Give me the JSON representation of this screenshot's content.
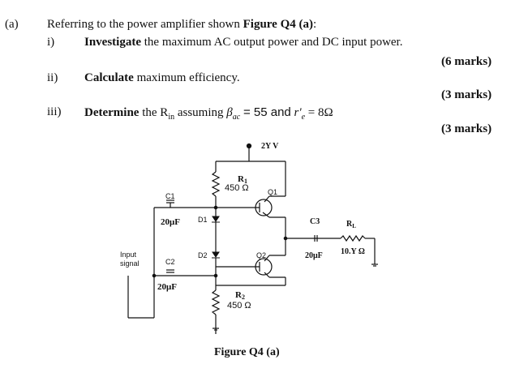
{
  "question": {
    "part_label": "(a)",
    "intro": "Referring to the power amplifier shown",
    "intro_ref": "Figure Q4 (a)",
    "intro_end": ":",
    "items": [
      {
        "num": "i)",
        "bold": "Investigate",
        "rest": "the maximum AC output power and DC input power.",
        "marks": "(6 marks)"
      },
      {
        "num": "ii)",
        "bold": "Calculate",
        "rest": "maximum efficiency.",
        "marks": "(3 marks)"
      },
      {
        "num": "iii)",
        "bold": "Determine",
        "rest_a": "the R",
        "rest_sub": "in",
        "rest_b": "assuming",
        "beta": "β",
        "beta_sub": "ac",
        "eq1": "= 55 and",
        "re": "r'",
        "re_sub": "e",
        "eq2": "= 8Ω",
        "marks": "(3 marks)"
      }
    ]
  },
  "circuit": {
    "supply": "2Y V",
    "r1_label": "R",
    "r1_sub": "1",
    "r1_value": "450 Ω",
    "r2_label": "R",
    "r2_sub": "2",
    "r2_value": "450 Ω",
    "q1": "Q1",
    "q2": "Q2",
    "c1": "C1",
    "c2": "C2",
    "c1_value": "20μF",
    "c2_value": "20μF",
    "d1": "D1",
    "d2": "D2",
    "c3": "C3",
    "c3_value": "20μF",
    "rl_label": "R",
    "rl_sub": "L",
    "rl_value": "10.Y Ω",
    "input_line1": "Input",
    "input_line2": "signal",
    "caption": "Figure Q4 (a)"
  }
}
